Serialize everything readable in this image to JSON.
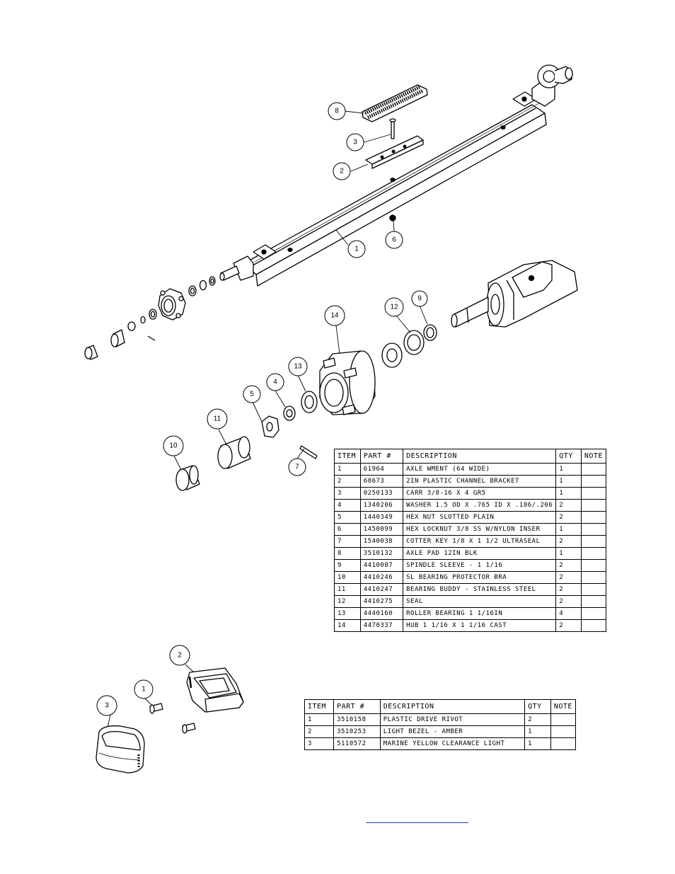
{
  "balloons": {
    "b8": "8",
    "b3": "3",
    "b2": "2",
    "b6": "6",
    "b1": "1",
    "b14": "14",
    "b12": "12",
    "b9": "9",
    "b13": "13",
    "b4": "4",
    "b5": "5",
    "b11": "11",
    "b10": "10",
    "b7": "7",
    "l2": "2",
    "l1": "1",
    "l3": "3"
  },
  "axle_table": {
    "headers": [
      "ITEM",
      "PART #",
      "DESCRIPTION",
      "QTY",
      "NOTE"
    ],
    "rows": [
      {
        "item": "1",
        "part": "61964",
        "desc": "AXLE WMENT (64 WIDE)",
        "qty": "1",
        "note": ""
      },
      {
        "item": "2",
        "part": "68673",
        "desc": "2IN PLASTIC CHANNEL BRACKET",
        "qty": "1",
        "note": ""
      },
      {
        "item": "3",
        "part": "0250133",
        "desc": "CARR 3/8-16 X 4 GR5",
        "qty": "1",
        "note": ""
      },
      {
        "item": "4",
        "part": "1340206",
        "desc": "WASHER 1.5 OD X .765 ID X .186/.206",
        "qty": "2",
        "note": ""
      },
      {
        "item": "5",
        "part": "1440349",
        "desc": "HEX NUT SLOTTED PLAIN",
        "qty": "2",
        "note": ""
      },
      {
        "item": "6",
        "part": "1450099",
        "desc": "HEX LOCKNUT 3/8 SS W/NYLON INSER",
        "qty": "1",
        "note": ""
      },
      {
        "item": "7",
        "part": "1540038",
        "desc": "COTTER KEY 1/8 X 1 1/2 ULTRASEAL",
        "qty": "2",
        "note": ""
      },
      {
        "item": "8",
        "part": "3510132",
        "desc": "AXLE PAD 12IN  BLK",
        "qty": "1",
        "note": ""
      },
      {
        "item": "9",
        "part": "4410087",
        "desc": "SPINDLE SLEEVE - 1 1/16",
        "qty": "2",
        "note": ""
      },
      {
        "item": "10",
        "part": "4410246",
        "desc": "SL BEARING PROTECTOR BRA",
        "qty": "2",
        "note": ""
      },
      {
        "item": "11",
        "part": "4410247",
        "desc": "BEARING BUDDY - STAINLESS STEEL",
        "qty": "2",
        "note": ""
      },
      {
        "item": "12",
        "part": "4410275",
        "desc": "SEAL",
        "qty": "2",
        "note": ""
      },
      {
        "item": "13",
        "part": "4440160",
        "desc": "ROLLER BEARING   1 1/16IN",
        "qty": "4",
        "note": ""
      },
      {
        "item": "14",
        "part": "4470337",
        "desc": "HUB   1 1/16 X 1 1/16 CAST",
        "qty": "2",
        "note": ""
      }
    ]
  },
  "light_table": {
    "headers": [
      "ITEM",
      "PART #",
      "DESCRIPTION",
      "QTY",
      "NOTE"
    ],
    "rows": [
      {
        "item": "1",
        "part": "3510158",
        "desc": "PLASTIC DRIVE RIVOT",
        "qty": "2",
        "note": ""
      },
      {
        "item": "2",
        "part": "3510253",
        "desc": "LIGHT BEZEL - AMBER",
        "qty": "1",
        "note": ""
      },
      {
        "item": "3",
        "part": "5110572",
        "desc": "MARINE YELLOW CLEARANCE LIGHT",
        "qty": "1",
        "note": ""
      }
    ]
  },
  "colors": {
    "line": "#000000",
    "background": "#ffffff",
    "link": "#2a3fbf"
  }
}
